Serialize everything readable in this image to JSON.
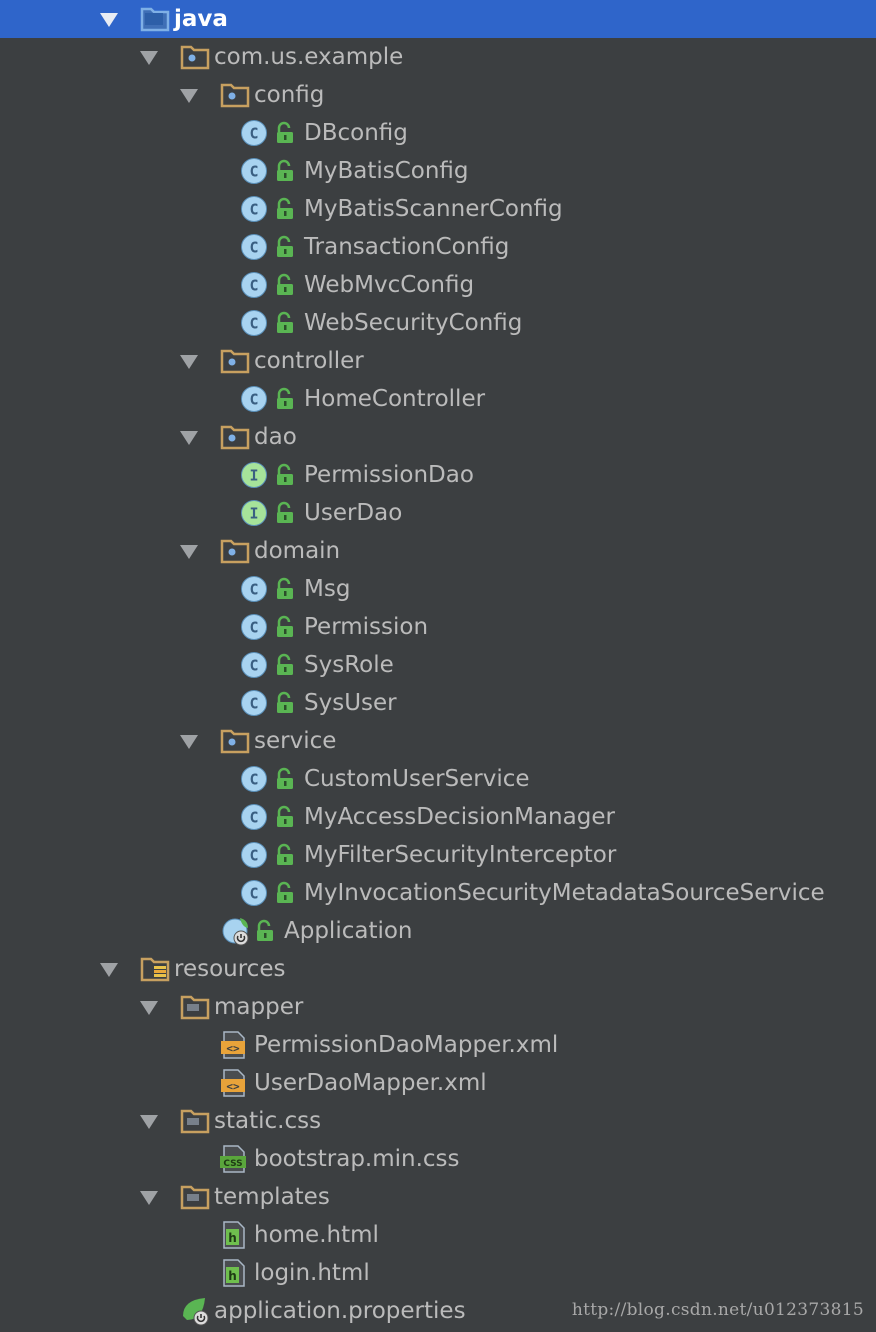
{
  "colors": {
    "background": "#3c3f41",
    "selection": "#2f65ca",
    "text": "#bbbbbb",
    "folder": "#c7a060",
    "class_icon": "#a8d3f0",
    "interface_icon": "#a6e39a",
    "lock_icon": "#5ab553",
    "xml_icon": "#e8a33a",
    "css_icon": "#5aa63c",
    "html_icon": "#6fbf4e"
  },
  "tree": [
    {
      "label": "java",
      "kind": "source-folder",
      "depth": 0,
      "expanded": true,
      "selected": true
    },
    {
      "label": "com.us.example",
      "kind": "package",
      "depth": 1,
      "expanded": true
    },
    {
      "label": "config",
      "kind": "package",
      "depth": 2,
      "expanded": true
    },
    {
      "label": "DBconfig",
      "kind": "class",
      "depth": 3
    },
    {
      "label": "MyBatisConfig",
      "kind": "class",
      "depth": 3
    },
    {
      "label": "MyBatisScannerConfig",
      "kind": "class",
      "depth": 3
    },
    {
      "label": "TransactionConfig",
      "kind": "class",
      "depth": 3
    },
    {
      "label": "WebMvcConfig",
      "kind": "class",
      "depth": 3
    },
    {
      "label": "WebSecurityConfig",
      "kind": "class",
      "depth": 3
    },
    {
      "label": "controller",
      "kind": "package",
      "depth": 2,
      "expanded": true
    },
    {
      "label": "HomeController",
      "kind": "class",
      "depth": 3
    },
    {
      "label": "dao",
      "kind": "package",
      "depth": 2,
      "expanded": true
    },
    {
      "label": "PermissionDao",
      "kind": "interface",
      "depth": 3
    },
    {
      "label": "UserDao",
      "kind": "interface",
      "depth": 3
    },
    {
      "label": "domain",
      "kind": "package",
      "depth": 2,
      "expanded": true
    },
    {
      "label": "Msg",
      "kind": "class",
      "depth": 3
    },
    {
      "label": "Permission",
      "kind": "class",
      "depth": 3
    },
    {
      "label": "SysRole",
      "kind": "class",
      "depth": 3
    },
    {
      "label": "SysUser",
      "kind": "class",
      "depth": 3
    },
    {
      "label": "service",
      "kind": "package",
      "depth": 2,
      "expanded": true
    },
    {
      "label": "CustomUserService",
      "kind": "class",
      "depth": 3
    },
    {
      "label": "MyAccessDecisionManager",
      "kind": "class",
      "depth": 3
    },
    {
      "label": "MyFilterSecurityInterceptor",
      "kind": "class",
      "depth": 3
    },
    {
      "label": "MyInvocationSecurityMetadataSourceService",
      "kind": "class",
      "depth": 3
    },
    {
      "label": "Application",
      "kind": "spring-app",
      "depth": 2
    },
    {
      "label": "resources",
      "kind": "resources-folder",
      "depth": 0,
      "expanded": true
    },
    {
      "label": "mapper",
      "kind": "folder",
      "depth": 1,
      "expanded": true
    },
    {
      "label": "PermissionDaoMapper.xml",
      "kind": "xml",
      "depth": 2
    },
    {
      "label": "UserDaoMapper.xml",
      "kind": "xml",
      "depth": 2
    },
    {
      "label": "static.css",
      "kind": "folder",
      "depth": 1,
      "expanded": true
    },
    {
      "label": "bootstrap.min.css",
      "kind": "css",
      "depth": 2
    },
    {
      "label": "templates",
      "kind": "folder",
      "depth": 1,
      "expanded": true
    },
    {
      "label": "home.html",
      "kind": "html",
      "depth": 2
    },
    {
      "label": "login.html",
      "kind": "html",
      "depth": 2
    },
    {
      "label": "application.properties",
      "kind": "properties",
      "depth": 1
    }
  ],
  "icon_names": {
    "source-folder": "source-folder-icon",
    "package": "package-icon",
    "folder": "folder-icon",
    "resources-folder": "resources-folder-icon",
    "class": "class-icon",
    "interface": "interface-icon",
    "spring-app": "spring-boot-application-icon",
    "xml": "xml-file-icon",
    "css": "css-file-icon",
    "html": "html-file-icon",
    "properties": "spring-properties-icon"
  },
  "watermark": "http://blog.csdn.net/u012373815"
}
